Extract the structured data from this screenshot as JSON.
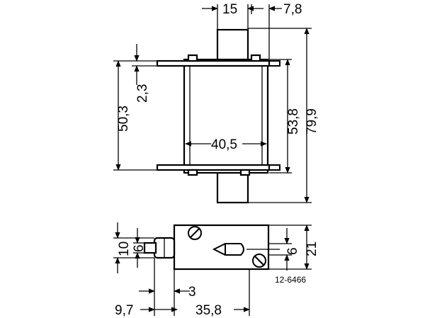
{
  "figure": {
    "drawing_code": "12-6466",
    "top_view": {
      "dims": {
        "contact_width": "15",
        "offset_right": "7,8",
        "blade_height": "50,3",
        "blade_offset": "2,3",
        "body_width": "40,5",
        "body_height": "53,8",
        "overall_height": "79,9"
      }
    },
    "side_view": {
      "dims": {
        "left_height": "10",
        "left_inner": "6",
        "slot_height": "6",
        "right_height": "21",
        "step": "3",
        "total_offset": "9,7",
        "body_length": "35,8"
      }
    }
  }
}
